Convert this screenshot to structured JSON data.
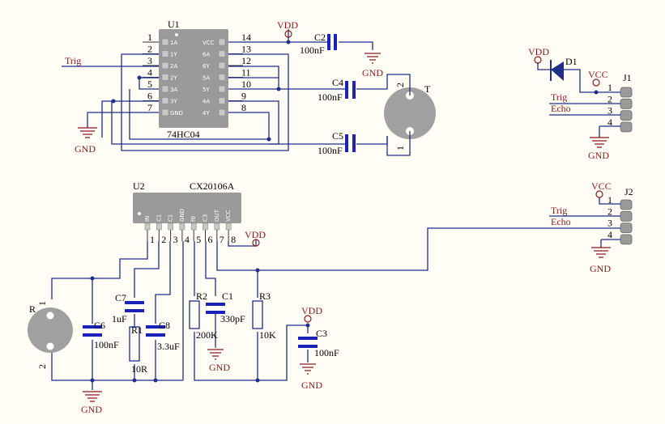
{
  "u1": {
    "ref": "U1",
    "part": "74HC04",
    "left_pins": [
      {
        "num": "1",
        "name": "1A"
      },
      {
        "num": "2",
        "name": "1Y"
      },
      {
        "num": "3",
        "name": "2A"
      },
      {
        "num": "4",
        "name": "2Y"
      },
      {
        "num": "5",
        "name": "3A"
      },
      {
        "num": "6",
        "name": "3Y"
      },
      {
        "num": "7",
        "name": "GND"
      }
    ],
    "right_pins": [
      {
        "num": "14",
        "name": "VCC"
      },
      {
        "num": "13",
        "name": "6A"
      },
      {
        "num": "12",
        "name": "6Y"
      },
      {
        "num": "11",
        "name": "5A"
      },
      {
        "num": "10",
        "name": "5Y"
      },
      {
        "num": "9",
        "name": "4A"
      },
      {
        "num": "8",
        "name": "4Y"
      }
    ]
  },
  "u2": {
    "ref": "U2",
    "part": "CX20106A",
    "pins": [
      {
        "num": "1",
        "name": "IN"
      },
      {
        "num": "2",
        "name": "C1"
      },
      {
        "num": "3",
        "name": "C1"
      },
      {
        "num": "4",
        "name": "GND"
      },
      {
        "num": "5",
        "name": "f0"
      },
      {
        "num": "6",
        "name": "C3"
      },
      {
        "num": "7",
        "name": "OUT"
      },
      {
        "num": "8",
        "name": "VCC"
      }
    ]
  },
  "components": {
    "c2": {
      "ref": "C2",
      "value": "100nF"
    },
    "c4": {
      "ref": "C4",
      "value": "100nF"
    },
    "c5": {
      "ref": "C5",
      "value": "100nF"
    },
    "c6": {
      "ref": "C6",
      "value": "100nF"
    },
    "c7": {
      "ref": "C7",
      "value": "1uF"
    },
    "c8": {
      "ref": "C8",
      "value": "3.3uF"
    },
    "c1": {
      "ref": "C1",
      "value": "330pF"
    },
    "c3": {
      "ref": "C3",
      "value": "100nF"
    },
    "r1": {
      "ref": "R1",
      "value": "10R"
    },
    "r2": {
      "ref": "R2",
      "value": "200K"
    },
    "r3": {
      "ref": "R3",
      "value": "10K"
    },
    "d1": {
      "ref": "D1"
    },
    "t": {
      "ref": "T",
      "pin_a": "2",
      "pin_b": "1"
    },
    "r": {
      "ref": "R",
      "pin_a": "1",
      "pin_b": "2"
    }
  },
  "connectors": {
    "j1": {
      "ref": "J1",
      "pins": [
        "1",
        "2",
        "3",
        "4"
      ],
      "nets": [
        "VCC",
        "Trig",
        "Echo",
        "GND"
      ]
    },
    "j2": {
      "ref": "J2",
      "pins": [
        "1",
        "2",
        "3",
        "4"
      ],
      "nets": [
        "VCC",
        "Trig",
        "Echo",
        "GND"
      ]
    }
  },
  "nets": {
    "vdd": "VDD",
    "vcc": "VCC",
    "gnd": "GND",
    "trig": "Trig",
    "echo": "Echo"
  }
}
